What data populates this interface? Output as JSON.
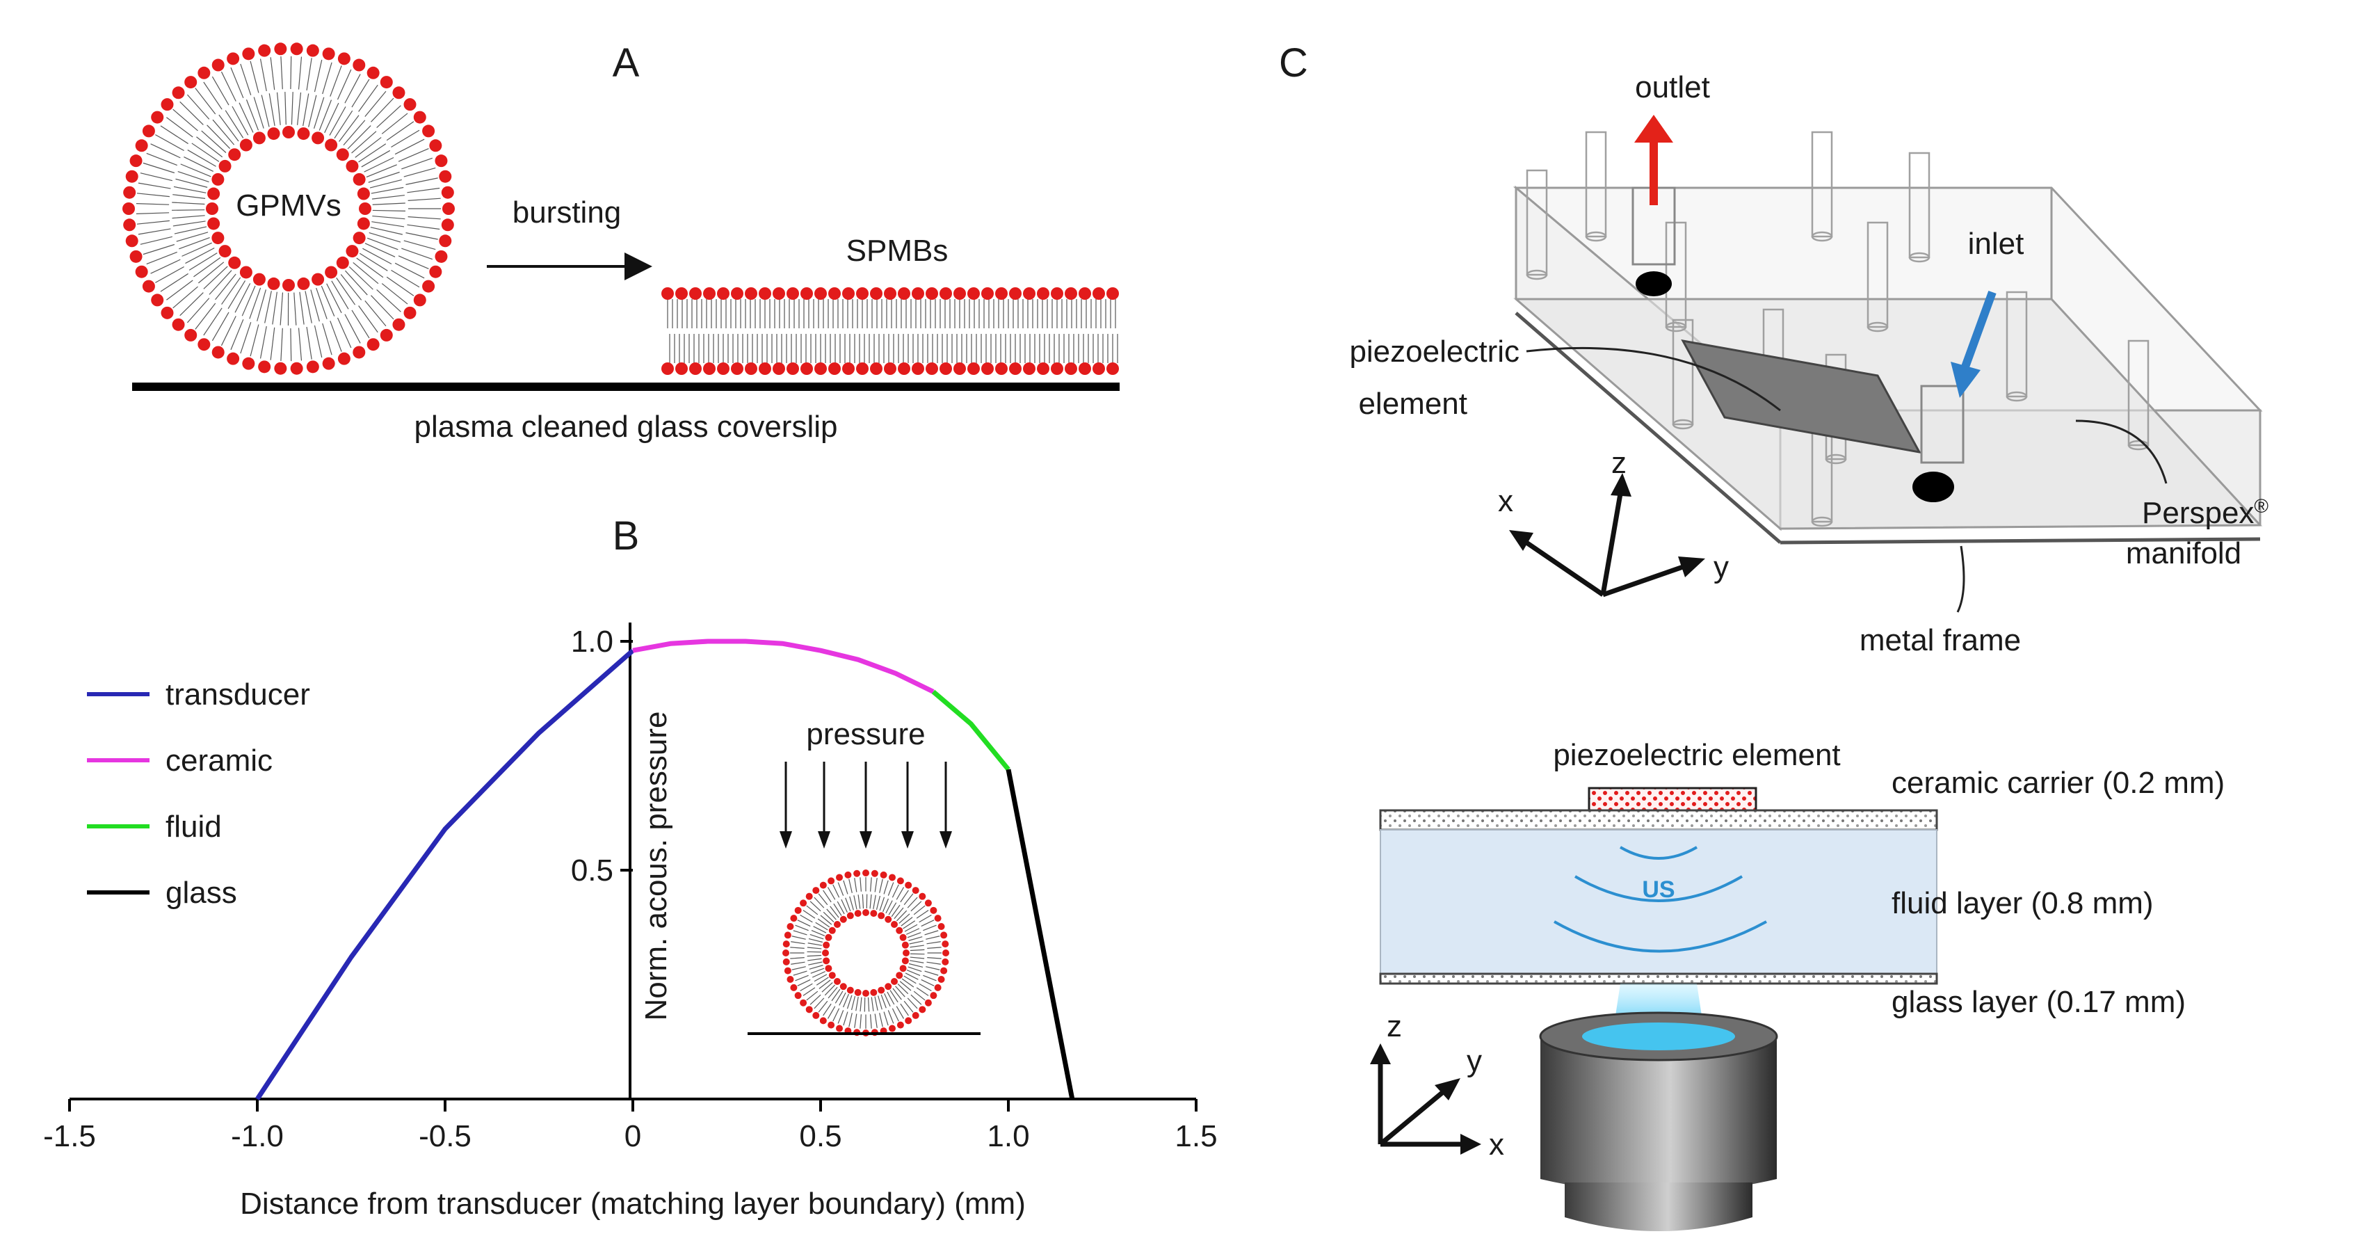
{
  "panels": {
    "A": {
      "letter": "A",
      "vesicle_label": "GPMVs",
      "arrow_label": "bursting",
      "bilayer_label": "SPMBs",
      "substrate_label": "plasma cleaned glass coverslip"
    },
    "B": {
      "letter": "B",
      "legend": [
        "transducer",
        "ceramic",
        "fluid",
        "glass"
      ],
      "inset_label": "pressure"
    },
    "C": {
      "letter": "C",
      "outlet": "outlet",
      "inlet": "inlet",
      "piezo_line1": "piezoelectric",
      "piezo_line2": "element",
      "axis_x": "x",
      "axis_y": "y",
      "axis_z": "z",
      "manifold_line1": "Perspex",
      "manifold_sup": "®",
      "manifold_line2": "manifold",
      "frame": "metal frame",
      "cross_piezo": "piezoelectric element",
      "ceramic": "ceramic carrier (0.2 mm)",
      "fluid": "fluid layer (0.8 mm)",
      "glass": "glass layer (0.17 mm)",
      "us": "US"
    }
  },
  "colors": {
    "transducer": "#2828b4",
    "ceramic": "#e636e0",
    "fluid": "#22dd22",
    "glass": "#000000",
    "lipid_head": "#e21b1b",
    "outlet_arrow": "#e32219",
    "inlet_arrow": "#2f7fc9",
    "fluid_fill": "#dbe8f5",
    "us_waves": "#2c8fd0"
  },
  "chart_data": {
    "type": "line",
    "xlabel": "Distance from transducer (matching layer boundary) (mm)",
    "ylabel": "Norm. acous. pressure",
    "xlim": [
      -1.5,
      1.5
    ],
    "ylim": [
      0,
      1.05
    ],
    "x_ticks": [
      "-1.5",
      "-1.0",
      "-0.5",
      "0",
      "0.5",
      "1.0",
      "1.5"
    ],
    "y_ticks": [
      "0.5",
      "1.0"
    ],
    "legend_position": "left",
    "series": [
      {
        "name": "transducer",
        "color": "#2828b4",
        "x": [
          -1.0,
          -0.75,
          -0.5,
          -0.25,
          0.0
        ],
        "y": [
          0.0,
          0.31,
          0.59,
          0.8,
          0.98
        ]
      },
      {
        "name": "ceramic",
        "color": "#e636e0",
        "x": [
          0.0,
          0.1,
          0.2,
          0.3,
          0.4,
          0.5,
          0.6,
          0.7,
          0.8
        ],
        "y": [
          0.98,
          0.995,
          1.0,
          1.0,
          0.995,
          0.98,
          0.96,
          0.93,
          0.89
        ]
      },
      {
        "name": "fluid",
        "color": "#22dd22",
        "x": [
          0.8,
          0.9,
          1.0
        ],
        "y": [
          0.89,
          0.82,
          0.72
        ]
      },
      {
        "name": "glass",
        "color": "#000000",
        "x": [
          1.0,
          1.17
        ],
        "y": [
          0.72,
          0.0
        ]
      }
    ]
  }
}
